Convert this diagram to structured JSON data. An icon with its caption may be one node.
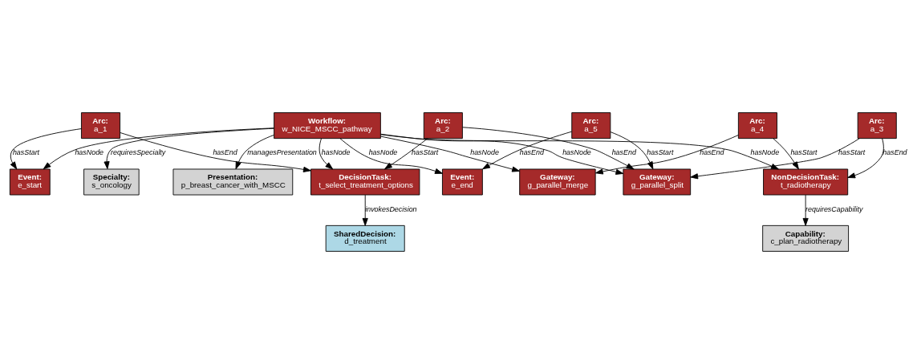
{
  "diagram": {
    "nodes": [
      {
        "text": [
          "Specialty:",
          "s_oncology"
        ]
      },
      {
        "text": [
          "Presentation:",
          "p_breast_cancer_with_MSCC"
        ]
      },
      {
        "text": [
          "Workflow:",
          "w_NICE_MSCC_pathway"
        ]
      },
      {
        "text": [
          "DecisionTask:",
          "t_select_treatment_options"
        ]
      },
      {
        "text": [
          "Event:",
          "e_start"
        ]
      },
      {
        "text": [
          "Gateway:",
          "g_parallel_split"
        ]
      },
      {
        "text": [
          "NonDecisionTask:",
          "t_radiotherapy"
        ]
      },
      {
        "text": [
          "Event:",
          "e_end"
        ]
      },
      {
        "text": [
          "Gateway:",
          "g_parallel_merge"
        ]
      },
      {
        "text": [
          "SharedDecision:",
          "d_treatment"
        ]
      },
      {
        "text": [
          "Capability:",
          "c_plan_radiotherapy"
        ]
      },
      {
        "text": [
          "Arc:",
          "a_1"
        ]
      },
      {
        "text": [
          "Arc:",
          "a_2"
        ]
      },
      {
        "text": [
          "Arc:",
          "a_3"
        ]
      },
      {
        "text": [
          "Arc:",
          "a_5"
        ]
      },
      {
        "text": [
          "Arc:",
          "a_4"
        ]
      }
    ],
    "edges": [
      {
        "from": 2,
        "to": 0,
        "arrow": "to",
        "label": "requiresSpecialty"
      },
      {
        "from": 2,
        "to": 1,
        "arrow": "to",
        "label": "managesPresentation"
      },
      {
        "from": 2,
        "to": 3,
        "arrow": "to",
        "label": "hasNode"
      },
      {
        "from": 2,
        "to": 4,
        "arrow": "to",
        "label": "hasNode"
      },
      {
        "from": 2,
        "to": 5,
        "arrow": "to",
        "label": "hasNode"
      },
      {
        "from": 2,
        "to": 6,
        "arrow": "to",
        "label": "hasNode"
      },
      {
        "from": 2,
        "to": 7,
        "arrow": "to",
        "label": "hasNode"
      },
      {
        "from": 2,
        "to": 8,
        "arrow": "to",
        "label": "hasNode"
      },
      {
        "from": 3,
        "to": 9,
        "arrow": "to",
        "label": "invokesDecision"
      },
      {
        "from": 6,
        "to": 10,
        "arrow": "to",
        "label": "requiresCapability"
      },
      {
        "from": 11,
        "to": 3,
        "arrow": "to",
        "label": "hasEnd"
      },
      {
        "from": 11,
        "to": 4,
        "arrow": "to",
        "label": "hasStart"
      },
      {
        "from": 12,
        "to": 3,
        "arrow": "to",
        "label": "hasStart"
      },
      {
        "from": 12,
        "to": 5,
        "arrow": "to",
        "label": "hasEnd"
      },
      {
        "from": 13,
        "to": 5,
        "arrow": "to",
        "label": "hasStart"
      },
      {
        "from": 13,
        "to": 6,
        "arrow": "to",
        "label": "hasEnd"
      },
      {
        "from": 14,
        "to": 5,
        "arrow": "to",
        "label": "hasStart"
      },
      {
        "from": 14,
        "to": 7,
        "arrow": "to",
        "label": "hasEnd"
      },
      {
        "from": 15,
        "to": 6,
        "arrow": "to",
        "label": "hasStart"
      },
      {
        "from": 15,
        "to": 8,
        "arrow": "to",
        "label": "hasEnd"
      }
    ]
  }
}
